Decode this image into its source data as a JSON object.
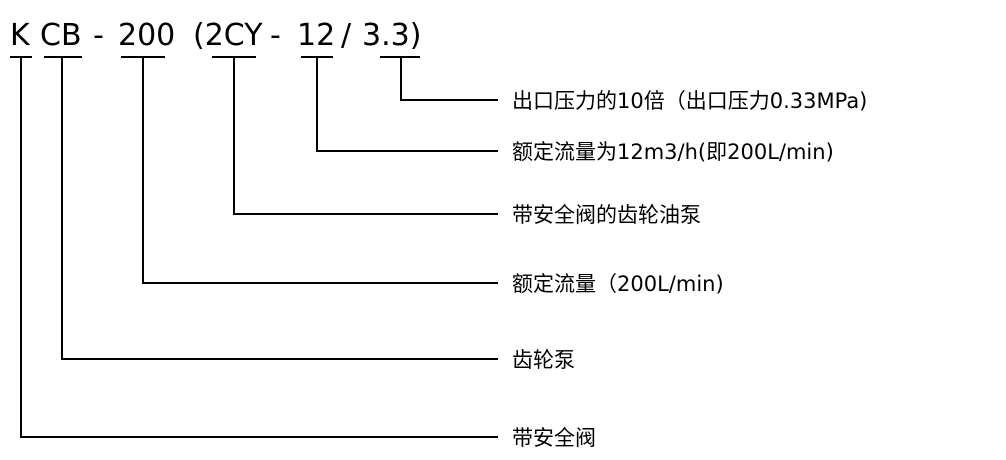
{
  "model": {
    "segments": [
      "K",
      "CB",
      "-",
      "200",
      "(2CY",
      "-",
      "12",
      "/",
      "3.3)"
    ]
  },
  "descriptions": [
    "出口压力的10倍（出口压力0.33MPa)",
    "额定流量为12m3/h(即200L/min)",
    "带安全阀的齿轮油泵",
    "额定流量（200L/min)",
    "齿轮泵",
    "带安全阀"
  ],
  "colors": {
    "ink": "#000000",
    "background": "#ffffff"
  }
}
